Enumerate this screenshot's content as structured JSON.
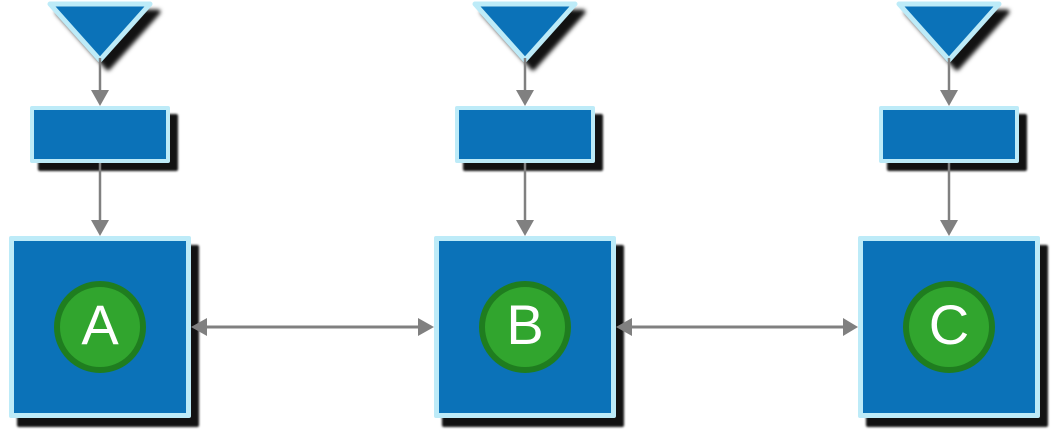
{
  "diagram": {
    "type": "flow-diagram",
    "columns": [
      {
        "id": "a",
        "label": "A"
      },
      {
        "id": "b",
        "label": "B"
      },
      {
        "id": "c",
        "label": "C"
      }
    ],
    "colors": {
      "canvas_bg": "#ffffff",
      "shape_fill": "#0b72b8",
      "shape_border": "#bdebf8",
      "circle_fill": "#31a52e",
      "circle_border": "#1f7d1f",
      "arrow": "#808080",
      "shadow": "#000000",
      "label_text": "#ffffff"
    },
    "connections": [
      {
        "from": "funnel-a",
        "to": "box-a",
        "style": "arrow-down"
      },
      {
        "from": "box-a",
        "to": "node-a",
        "style": "arrow-down"
      },
      {
        "from": "funnel-b",
        "to": "box-b",
        "style": "arrow-down"
      },
      {
        "from": "box-b",
        "to": "node-b",
        "style": "arrow-down"
      },
      {
        "from": "funnel-c",
        "to": "box-c",
        "style": "arrow-down"
      },
      {
        "from": "box-c",
        "to": "node-c",
        "style": "arrow-down"
      },
      {
        "from": "node-a",
        "to": "node-b",
        "style": "double-headed"
      },
      {
        "from": "node-b",
        "to": "node-c",
        "style": "double-headed"
      }
    ]
  }
}
